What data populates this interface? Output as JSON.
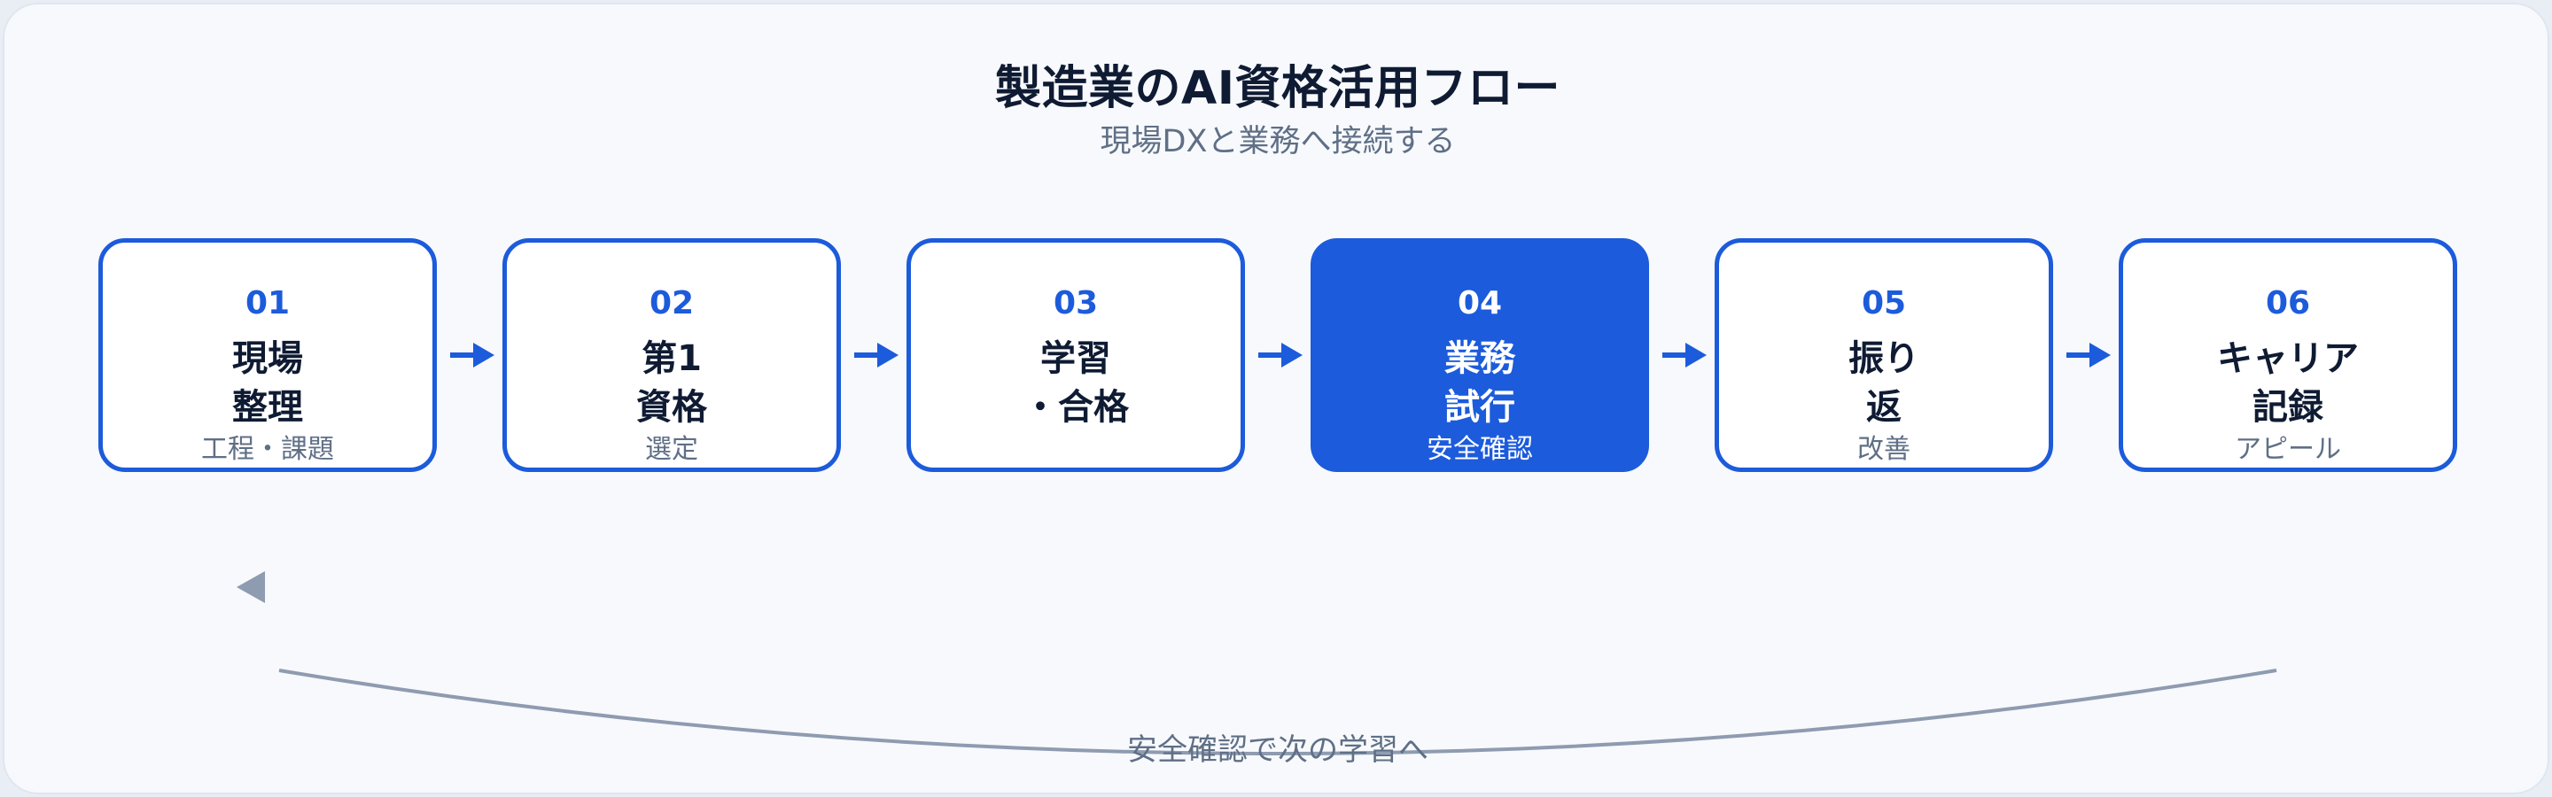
{
  "title": "製造業のAI資格活用フロー",
  "subtitle": "現場DXと業務へ接続する",
  "steps": [
    {
      "num": "01",
      "line1": "現場",
      "line2": "整理",
      "sub": "工程・課題",
      "active": false
    },
    {
      "num": "02",
      "line1": "第1",
      "line2": "資格",
      "sub": "選定",
      "active": false
    },
    {
      "num": "03",
      "line1": "学習",
      "line2": "・合格",
      "sub": "",
      "active": false
    },
    {
      "num": "04",
      "line1": "業務",
      "line2": "試行",
      "sub": "安全確認",
      "active": true
    },
    {
      "num": "05",
      "line1": "振り",
      "line2": "返",
      "sub": "改善",
      "active": false
    },
    {
      "num": "06",
      "line1": "キャリア",
      "line2": "記録",
      "sub": "アピール",
      "active": false
    }
  ],
  "loop_label": "安全確認で次の学習へ",
  "colors": {
    "accent": "#1c5bdb",
    "text_dark": "#0f1b33",
    "text_muted": "#5f6f86",
    "loop_line": "#8e9bb0"
  }
}
